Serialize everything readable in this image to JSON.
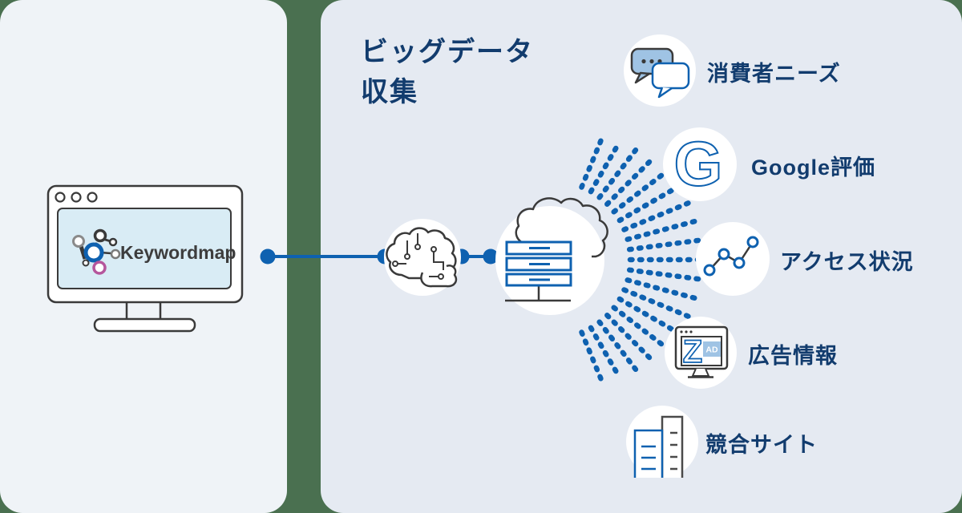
{
  "colors": {
    "background_green": "#4a7050",
    "left_card": "#eff3f7",
    "right_card": "#e5eaf2",
    "accent_blue": "#0e61b0",
    "navy_text": "#123c6e",
    "bubble_fill": "#9fc3e4",
    "screen_fill": "#d9ecf5",
    "dark_stroke": "#3a3a3a"
  },
  "monitor": {
    "logo_text": "Keywordmap",
    "logo_icon": "network-nodes-icon"
  },
  "flow": {
    "title_line1": "ビッグデータ",
    "title_line2": "収集",
    "processor_icon": "ai-brain-circuit-icon",
    "collector_icon": "cloud-server-icon",
    "rays_icon": "radiating-dotted-rays"
  },
  "sources": [
    {
      "label": "消費者ニーズ",
      "icon": "chat-bubbles-icon"
    },
    {
      "label": "Google評価",
      "icon": "google-g-icon",
      "glyph": "G"
    },
    {
      "label": "アクセス状況",
      "icon": "line-chart-icon"
    },
    {
      "label": "広告情報",
      "icon": "ad-monitor-icon",
      "glyph": "Z",
      "badge": "AD"
    },
    {
      "label": "競合サイト",
      "icon": "buildings-icon"
    }
  ]
}
